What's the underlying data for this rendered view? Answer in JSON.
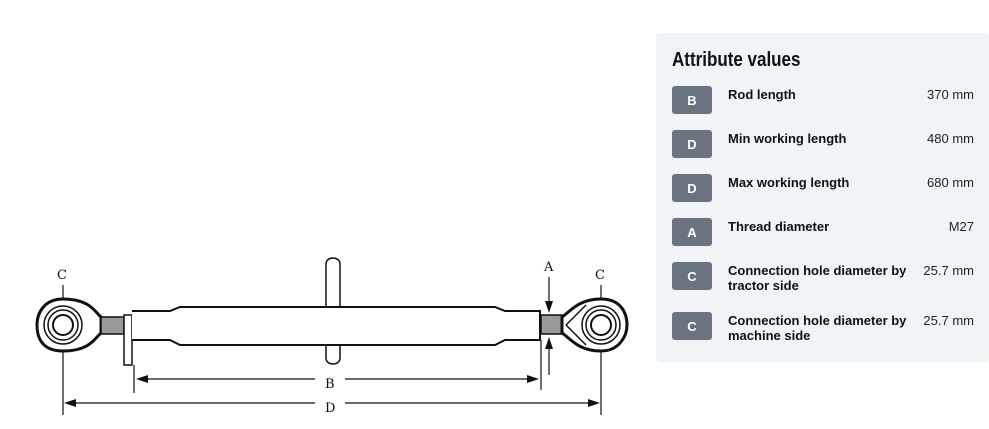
{
  "diagram": {
    "labels": {
      "c_left": "C",
      "c_right": "C",
      "a": "A",
      "b": "B",
      "d": "D"
    }
  },
  "panel": {
    "title": "Attribute values",
    "rows": [
      {
        "badge": "B",
        "label": "Rod length",
        "value": "370 mm"
      },
      {
        "badge": "D",
        "label": "Min working length",
        "value": "480 mm"
      },
      {
        "badge": "D",
        "label": "Max working length",
        "value": "680 mm"
      },
      {
        "badge": "A",
        "label": "Thread diameter",
        "value": "M27"
      },
      {
        "badge": "C",
        "label": "Connection hole diameter by tractor side",
        "value": "25.7 mm"
      },
      {
        "badge": "C",
        "label": "Connection hole diameter by machine side",
        "value": "25.7 mm"
      }
    ]
  }
}
